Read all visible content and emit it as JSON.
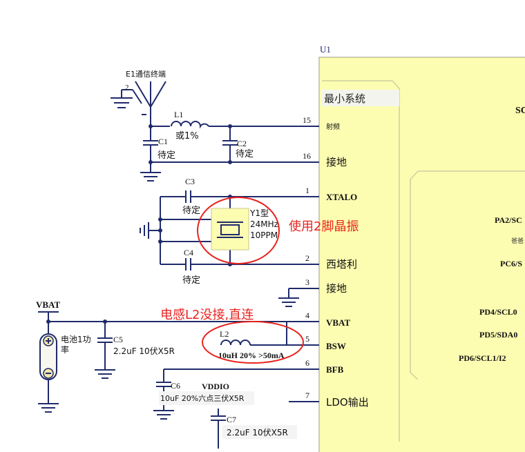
{
  "chip": {
    "ref": "U1",
    "section_label": "最小系统",
    "title_partial": "SC",
    "inner_pins": [
      "PA2/SC",
      "爸爸",
      "PC6/S",
      "PD4/SCL0",
      "PD5/SDA0",
      "PD6/SCL1/I2"
    ]
  },
  "pins": [
    {
      "num": "15",
      "name": "射频"
    },
    {
      "num": "16",
      "name": "接地"
    },
    {
      "num": "1",
      "name": "XTALO"
    },
    {
      "num": "2",
      "name": "西塔利"
    },
    {
      "num": "3",
      "name": "接地"
    },
    {
      "num": "4",
      "name": "VBAT"
    },
    {
      "num": "5",
      "name": "BSW"
    },
    {
      "num": "6",
      "name": "BFB"
    },
    {
      "num": "7",
      "name": "LDO输出"
    }
  ],
  "components": {
    "antenna": "E1通信终端",
    "antenna_pin": "2",
    "L1": {
      "ref": "L1",
      "value": "或1%"
    },
    "C1": {
      "ref": "C1",
      "value": "待定"
    },
    "C2": {
      "ref": "C2",
      "value": "待定"
    },
    "C3": {
      "ref": "C3",
      "value": "待定"
    },
    "C4": {
      "ref": "C4",
      "value": "待定"
    },
    "Y1": {
      "ref": "Y1型",
      "line2": "24MHz",
      "line3": "10PPM"
    },
    "VBAT": "VBAT",
    "battery": {
      "line1": "电池1功",
      "line2": "率"
    },
    "C5": {
      "ref": "C5",
      "value": "2.2uF 10伏X5R"
    },
    "L2": {
      "ref": "L2",
      "value": "10uH 20% >50mA"
    },
    "C6": {
      "ref": "C6",
      "value": "10uF 20%六点三伏X5R"
    },
    "VDDIO": "VDDIO",
    "C7": {
      "ref": "C7",
      "value": "2.2uF 10伏X5R"
    }
  },
  "annotations": {
    "crystal_note": "使用2脚晶振",
    "inductor_note": "电感L2没接,直连"
  },
  "colors": {
    "chip_fill": "#fdfdb2",
    "wire": "#1f2a6b",
    "annotation": "#e8231e"
  }
}
